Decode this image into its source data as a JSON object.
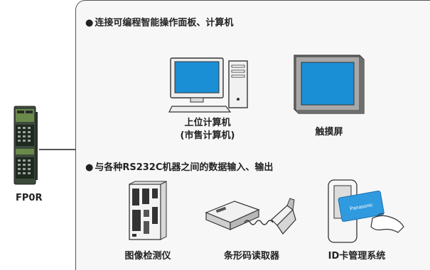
{
  "plc": {
    "name": "FP0R"
  },
  "section1": {
    "bullet": "●",
    "heading": "连接可编程智能操作面板、计算机",
    "devices": [
      {
        "line1": "上位计算机",
        "line2": "(市售计算机)",
        "icon": "desktop-computer-icon"
      },
      {
        "line1": "触摸屏",
        "icon": "touch-panel-icon"
      }
    ]
  },
  "section2": {
    "bullet": "●",
    "heading": "与各种RS232C机器之间的数据输入、输出",
    "devices": [
      {
        "label": "图像检测仪",
        "icon": "image-inspection-device-icon"
      },
      {
        "label": "条形码读取器",
        "icon": "barcode-reader-icon"
      },
      {
        "label": "ID卡管理系统",
        "icon": "id-card-reader-icon",
        "card_text": "Panasonic"
      }
    ]
  },
  "colors": {
    "accent_blue": "#1a8fd6",
    "card_blue": "#2f9ae0",
    "line": "#555555"
  }
}
